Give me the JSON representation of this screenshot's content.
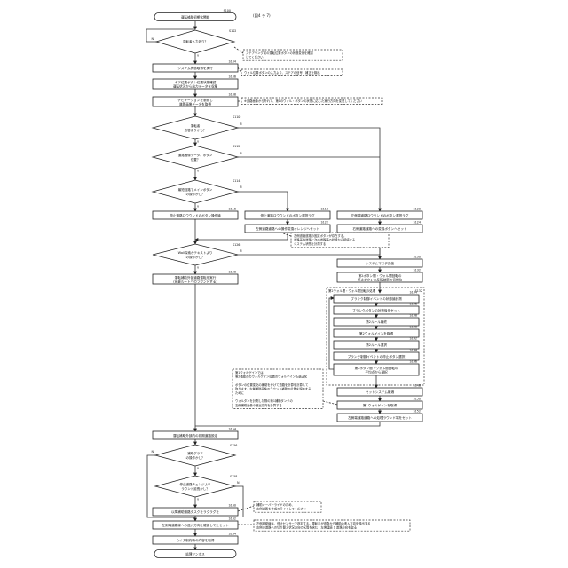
{
  "figure": {
    "label": "(図4 ラ 7)",
    "start": {
      "text": "運転補助初期化開始",
      "code": "S100"
    },
    "end": {
      "text": "処理ツンボス"
    },
    "yes": "Y",
    "no": "N",
    "steps": [
      {
        "id": "s102",
        "text": "運転者入力あり？",
        "code": "S102"
      },
      {
        "id": "s104",
        "text": "システム状態取得を実行",
        "code": "S104"
      },
      {
        "id": "s106",
        "text": "ギア位置ボタン位置状態確認",
        "text2": "運転状況から出力データを収集",
        "code": "S106"
      },
      {
        "id": "s108",
        "text": "ナビゲーションを参照し",
        "text2": "道路画像データを取得",
        "code": "S108"
      },
      {
        "id": "s110",
        "text": "運転者",
        "text2": "応答ありかも？",
        "code": "S110"
      },
      {
        "id": "s112",
        "text": "道路画像データ、ボタン",
        "text2": "位置？",
        "code": "S112"
      },
      {
        "id": "s114",
        "text": "最短経路でメインボタン",
        "text2": "の操作かし？",
        "code": "S114"
      },
      {
        "id": "s116",
        "text": "停止道路ロウウンドのボタン操作論",
        "code": "S116"
      },
      {
        "id": "s118",
        "text": "停止道路ロウウンドのボタン選択ラグ",
        "code": "S118"
      },
      {
        "id": "s120",
        "text": "左側端道路ロウウンドのボタン選択ラグ",
        "code": "S120"
      },
      {
        "id": "s122",
        "text": "左側道路道路への操作変換オレンジへセット",
        "code": "S122"
      },
      {
        "id": "s124",
        "text": "右側道路道路への変換ボタンへセット",
        "code": "S124"
      },
      {
        "id": "s126",
        "text": "Wall探索かテキストより",
        "text2": "の操作かし？",
        "code": "S126"
      },
      {
        "id": "s128",
        "text": "運転補助外部道路運転を実行",
        "text2": "(背景ルートへのラウンドする)",
        "code": "S128"
      },
      {
        "id": "s130",
        "text": "システムマスタ送信",
        "code": "S130"
      },
      {
        "id": "s132",
        "text": "第2ボタン間・ウォル間回転の",
        "text2": "停止ボタンの反転結果の初期化",
        "code": "S132"
      },
      {
        "id": "s134",
        "text": "ブランク制御イベントの状態論計測",
        "code": "S134"
      },
      {
        "id": "s136",
        "text": "ブランクボタンの対策後をセット",
        "code": "S136"
      },
      {
        "id": "s138",
        "text": "第2ルール最終",
        "code": "S138"
      },
      {
        "id": "s140",
        "text": "第2ウォルゲインを取得",
        "code": "S140"
      },
      {
        "id": "s142",
        "text": "第2ルール選択",
        "code": "S142"
      },
      {
        "id": "s144",
        "text": "ブランク制御イベントの停止ボタン選択",
        "code": "S144"
      },
      {
        "id": "s146",
        "text": "第2ボタン間・ウォル間回転の",
        "text2": "平均点から選択",
        "code": "S146"
      },
      {
        "id": "s148",
        "text": "セットシステム最適",
        "code": "S148"
      },
      {
        "id": "s150",
        "text": "第1ウォルゲインを取得",
        "code": "S150"
      },
      {
        "id": "s152",
        "text": "左側端道路道路への処理ラウンド端をセット",
        "code": "S152"
      },
      {
        "id": "s154",
        "text": "運転補助外部内の初期道路設定",
        "code": "S154"
      },
      {
        "id": "s156",
        "text": "補助グラフ",
        "text2": "の操作かし？",
        "code": "S156"
      },
      {
        "id": "s158",
        "text": "停止道路チェンジより",
        "text2": "ラウンド延長かし？",
        "code": "S158"
      },
      {
        "id": "s160",
        "text": "以降補助道路タスクをラグラグを",
        "code": "S160"
      },
      {
        "id": "s162",
        "text": "左側端道路線への進入方向を確認してたセット",
        "code": "S162"
      },
      {
        "id": "s164",
        "text": "カイグ制約時の内容を取得",
        "code": "S164"
      }
    ],
    "loop_group": {
      "title": "第2ウォル間・ウォル間回転の処理",
      "code": "S132"
    },
    "notes": [
      {
        "id": "n1",
        "lines": [
          "ステアリング前の運転位置ボタンの状態変化を確認",
          "してください"
        ]
      },
      {
        "id": "n2",
        "lines": [
          "ウォル位置ボタンの入力より、ステアの信号・補正を検出"
        ]
      },
      {
        "id": "n3",
        "lines": [
          "※道路画像から外れて、第1のウォル・ボタンの状態に応じた実行方向を変更してください"
        ]
      },
      {
        "id": "n4",
        "lines": [
          "左側道路道路の固定ボタンが存在する。",
          "道路画像道路に次の道路等の状態から接続する",
          "システム状態を計測する"
        ]
      },
      {
        "id": "n5",
        "lines": [
          "第1ウォルゲインでは",
          "第2補助点のウォルゲイン位置のウォルゲインも適正化",
          "",
          "ボタンの位置変化の補助をかけて道路を計算を計算して",
          "取ります。左側補助画像のラウンド補助の位置を調査する",
          "ために",
          "",
          "ウォルタンを計測した際の第1補助タンクの",
          "左側補助画像の進出方向を計算する"
        ]
      },
      {
        "id": "n6",
        "lines": [
          "補助オーバーライドのため、",
          "左側道路を作成のライドしてください"
        ]
      },
      {
        "id": "n7",
        "lines": [
          "左側補助線は、停止センサーで判定する。運転手が道路から補助の進入方向を検出する",
          "左側の道路への切り替え状況方向の区間を含む　左側連続 S 道路方向を取る"
        ]
      }
    ]
  }
}
